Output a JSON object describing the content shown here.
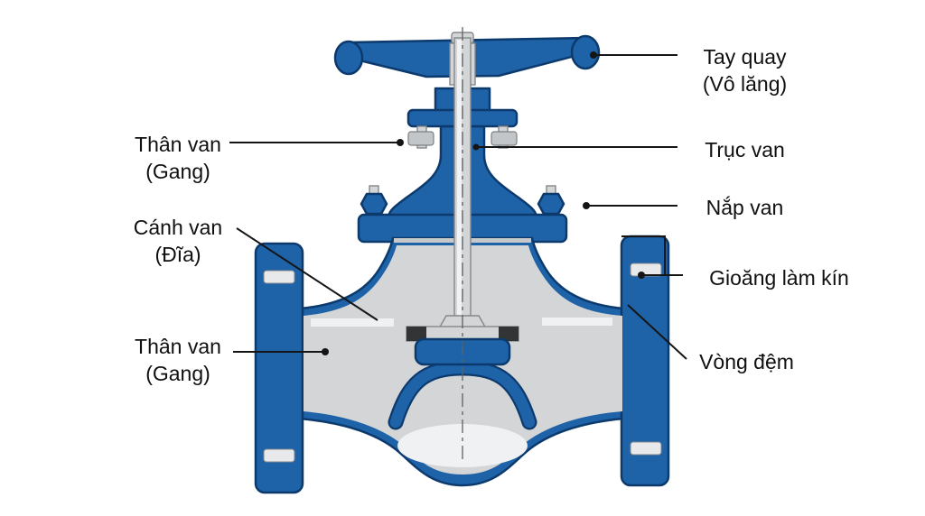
{
  "colors": {
    "background": "#ffffff",
    "valve_blue": "#1e62a8",
    "valve_blue_dark": "#0c3a6d",
    "metal_gray": "#d3d5d7",
    "metal_light": "#e7e9ea",
    "metal_stroke": "#84888b",
    "seal_dark": "#323436",
    "text_color": "#101010",
    "leader_color": "#151515"
  },
  "diagram": {
    "labels": {
      "thanVanTop": {
        "line1": "Thân van",
        "line2": "(Gang)"
      },
      "canhVan": {
        "line1": "Cánh van",
        "line2": "(Đĩa)"
      },
      "thanVanBottom": {
        "line1": "Thân van",
        "line2": "(Gang)"
      },
      "tayQuay": {
        "line1": "Tay quay",
        "line2": "(Vô lăng)"
      },
      "trucVan": {
        "line1": "Trục van"
      },
      "napVan": {
        "line1": "Nắp van"
      },
      "gioangLamKin": {
        "line1": "Gioăng làm kín"
      },
      "vongDem": {
        "line1": "Vòng đệm"
      }
    }
  }
}
